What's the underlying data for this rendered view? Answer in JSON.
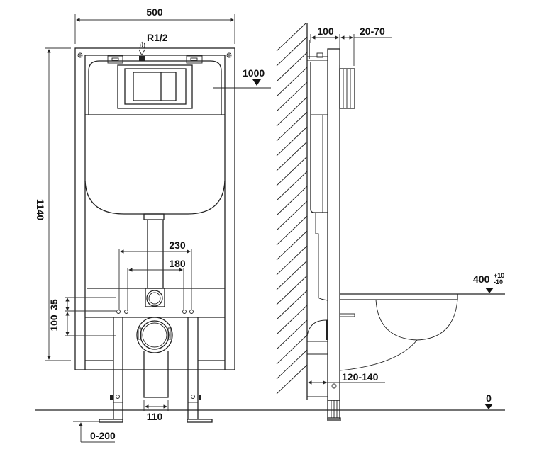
{
  "front_view": {
    "width_label": "500",
    "inlet_label": "R1/2",
    "flush_height_label": "1000",
    "height_label": "1140",
    "hole_spacing_outer_label": "230",
    "hole_spacing_inner_label": "180",
    "hole_offset_label": "35",
    "outlet_offset_label": "100",
    "outlet_width_label": "110",
    "leg_adjust_label": "0-200"
  },
  "side_view": {
    "depth_label": "100",
    "wall_finish_label": "20-70",
    "seat_height_label": "400",
    "seat_tolerance_plus": "+10",
    "seat_tolerance_minus": "-10",
    "floor_level_label": "0",
    "wall_clearance_label": "120-140"
  },
  "colors": {
    "line": "#222222",
    "background": "#ffffff"
  }
}
